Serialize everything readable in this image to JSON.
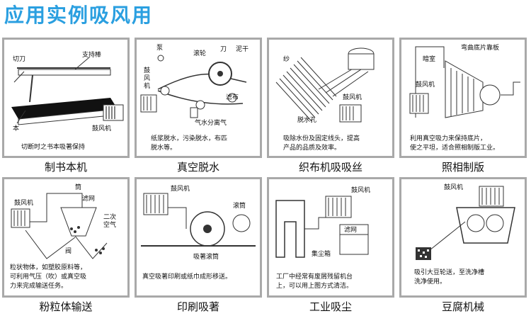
{
  "title": "应用实例吸风用",
  "cards": [
    {
      "caption": "制书本机",
      "labels": [
        "切刀",
        "支持棒",
        "本",
        "鼓风机"
      ],
      "desc": [
        "切断时之书本吸著保持"
      ]
    },
    {
      "caption": "真空脱水",
      "labels": [
        "泵",
        "滚轮",
        "刀",
        "泥干",
        "鼓",
        "风",
        "机",
        "滤布",
        "气水分离气"
      ],
      "desc": [
        "纸浆脱水，污染脱水，布匹",
        "脱水等。"
      ]
    },
    {
      "caption": "织布机吸吸丝",
      "labels": [
        "纱",
        "鼓风机",
        "脱水孔"
      ],
      "desc": [
        "吸除水份及固定线头，提高",
        "产品的品质及效率。"
      ]
    },
    {
      "caption": "照相制版",
      "labels": [
        "暗室",
        "弯曲底片靠板",
        "鼓风机"
      ],
      "desc": [
        "利用真空吸力来保持底片，",
        "使之平坦，适合照相制版工业。"
      ]
    },
    {
      "caption": "粉粒体输送",
      "labels": [
        "鼓风机",
        "筒",
        "滤网",
        "二次",
        "空气",
        "阀"
      ],
      "desc": [
        "粒状物体，如塑胶原料等，",
        "可利用气压（吹）或真空吸",
        "力来完成输送任务。"
      ]
    },
    {
      "caption": "印刷吸著",
      "labels": [
        "鼓风机",
        "滚筒",
        "吸著滚筒"
      ],
      "desc": [
        "真空吸著印刷或纸巾成形移送。"
      ]
    },
    {
      "caption": "工业吸尘",
      "labels": [
        "鼓风机",
        "滤网",
        "集尘箱"
      ],
      "desc": [
        "工厂中经常有废屑残留机台",
        "上，可以用上图方式清洁。"
      ]
    },
    {
      "caption": "豆腐机械",
      "labels": [
        "鼓风机"
      ],
      "desc": [
        "吸引大豆轮送，至洗净槽",
        "洗净使用。"
      ]
    }
  ]
}
